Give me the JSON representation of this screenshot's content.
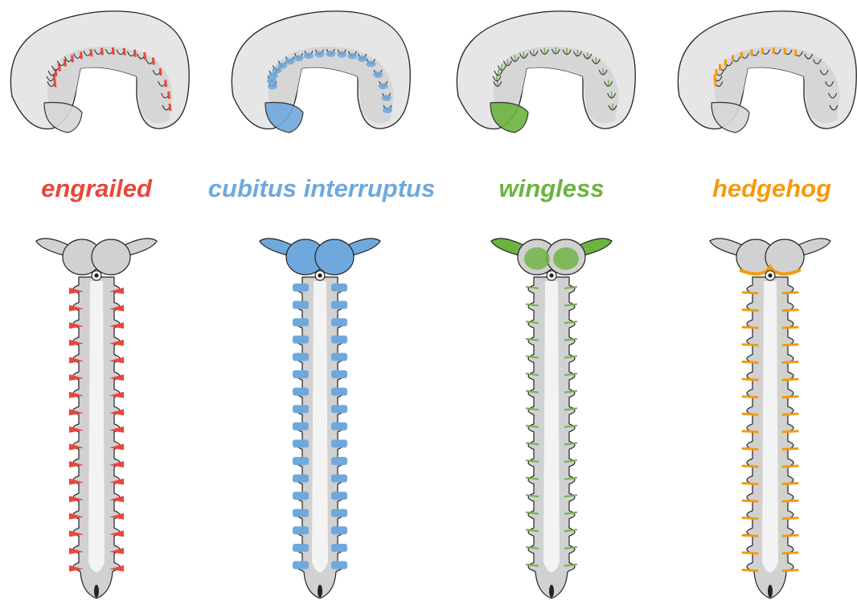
{
  "panels": [
    {
      "id": "engrailed",
      "label": "engrailed",
      "color": "#e8473a",
      "pattern": "en"
    },
    {
      "id": "cubitus-interruptus",
      "label": "cubitus interruptus",
      "color": "#6fa8dc",
      "pattern": "ci"
    },
    {
      "id": "wingless",
      "label": "wingless",
      "color": "#6cb33f",
      "pattern": "wg"
    },
    {
      "id": "hedgehog",
      "label": "hedgehog",
      "color": "#f59a0f",
      "pattern": "hh"
    }
  ],
  "palette": {
    "outline": "#222222",
    "body_gray": "#d1d1d1",
    "light_gray": "#e6e6e6",
    "midline": "#f3f3f3"
  }
}
